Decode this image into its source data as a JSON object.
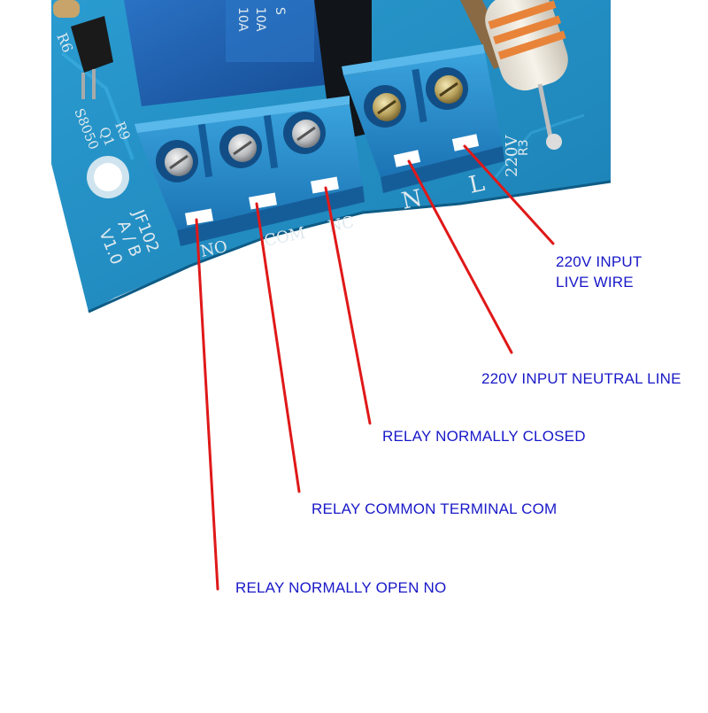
{
  "colors": {
    "label_text": "#1818c8",
    "leader_line": "#e01818",
    "board": "#1f8fc2",
    "terminal_block": "#2389c9",
    "relay_body": "#1a5fb0"
  },
  "board": {
    "resistor_labels": [
      "R6",
      "R9",
      "R3"
    ],
    "transistor_labels": [
      "Q1",
      "S8050"
    ],
    "relay_rating_lines": [
      "10A",
      "10A",
      "S"
    ],
    "pin_labels": [
      "NO",
      "COM",
      "NC",
      "N",
      "L"
    ],
    "voltage_mark": "220V",
    "board_code": "JF102",
    "board_version_lines": [
      "A / B",
      "V1.0"
    ]
  },
  "callouts": [
    {
      "id": "live",
      "lines": [
        "220V INPUT",
        "LIVE WIRE"
      ]
    },
    {
      "id": "neutral",
      "lines": [
        "220V INPUT NEUTRAL LINE"
      ]
    },
    {
      "id": "nc",
      "lines": [
        "RELAY NORMALLY CLOSED"
      ]
    },
    {
      "id": "com",
      "lines": [
        "RELAY COMMON TERMINAL COM"
      ]
    },
    {
      "id": "no",
      "lines": [
        "RELAY NORMALLY OPEN NO"
      ]
    }
  ]
}
